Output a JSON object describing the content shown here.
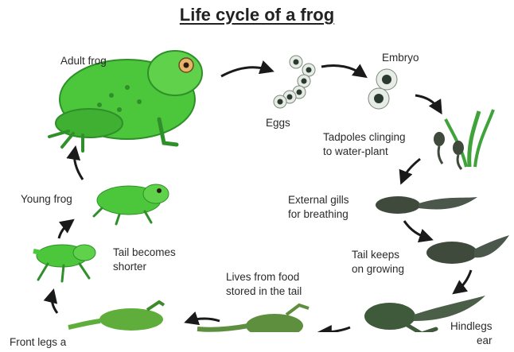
{
  "title": "Life cycle of a frog",
  "stages": {
    "adult_frog": "Adult frog",
    "eggs": "Eggs",
    "embryo": "Embryo",
    "tadpoles_line1": "Tadpoles clinging",
    "tadpoles_line2": "to water-plant",
    "gills_line1": "External gills",
    "gills_line2": "for breathing",
    "tail_keeps_line1": "Tail keeps",
    "tail_keeps_line2": "on growing",
    "hindlegs_line1": "Hindlegs",
    "hindlegs_line2": "ear",
    "food_line1": "Lives from food",
    "food_line2": "stored in the tail",
    "front_legs": "Front legs a",
    "tail_shorter_line1": "Tail becomes",
    "tail_shorter_line2": "shorter",
    "young_frog": "Young frog"
  },
  "colors": {
    "frog_green": "#4cc63a",
    "frog_dark": "#2f8f2a",
    "tadpole": "#3f4a3c",
    "egg_jelly": "#e8ece6",
    "egg_core": "#2b3a2e",
    "plant": "#3fa33a",
    "arrow": "#1a1a1a"
  }
}
